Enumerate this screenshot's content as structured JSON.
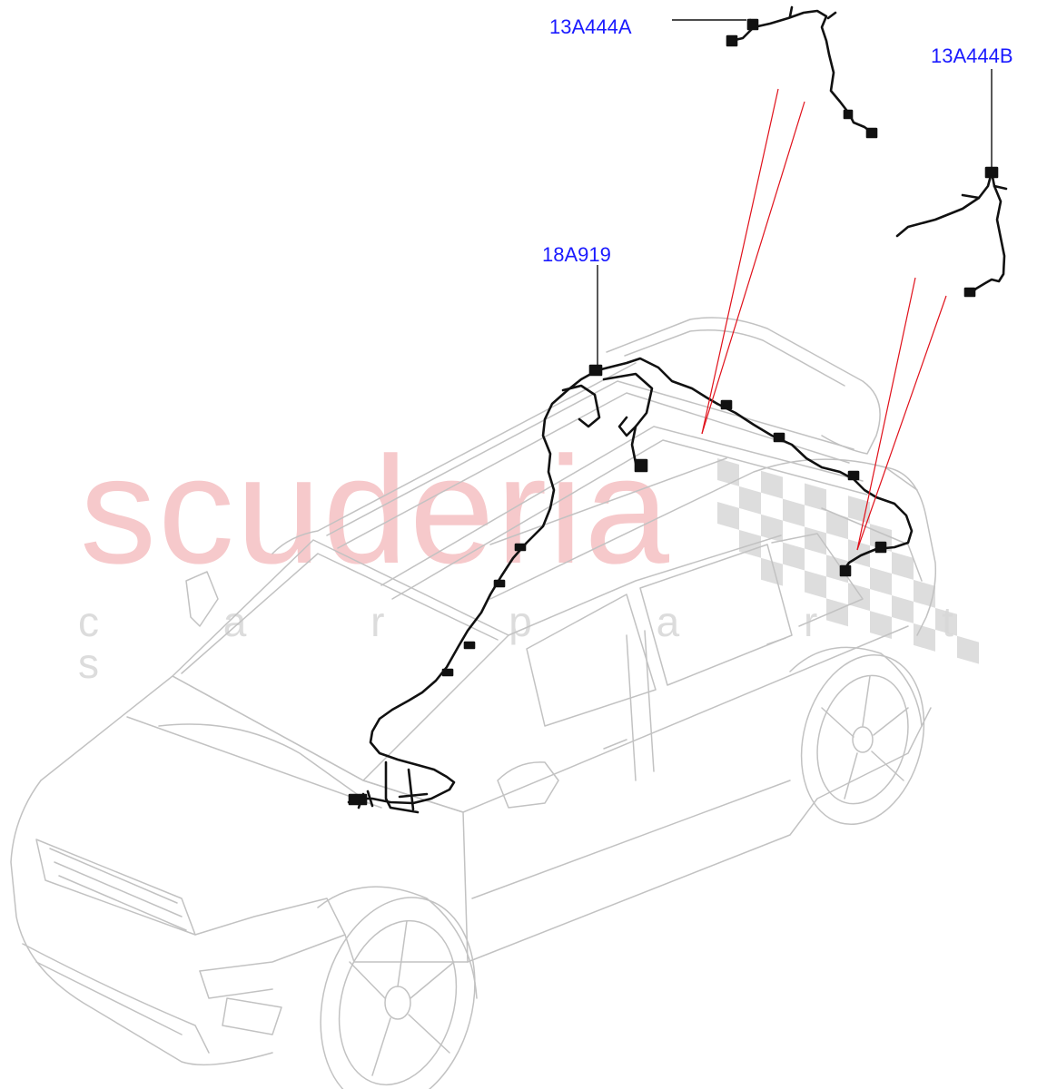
{
  "watermark": {
    "brand": "scuderia",
    "tagline": "c a r   p a r t s",
    "brand_color": "#f6c9cb",
    "flag_color": "#d8d8d8"
  },
  "callouts": [
    {
      "id": "part-a",
      "label": "13A444A"
    },
    {
      "id": "part-b",
      "label": "13A444B"
    },
    {
      "id": "part-c",
      "label": "18A919"
    }
  ],
  "colors": {
    "label": "#1a1aff",
    "leader_line": "#111111",
    "relation_line": "#e0101a",
    "vehicle_outline": "#c2c2c2",
    "harness": "#111111"
  }
}
